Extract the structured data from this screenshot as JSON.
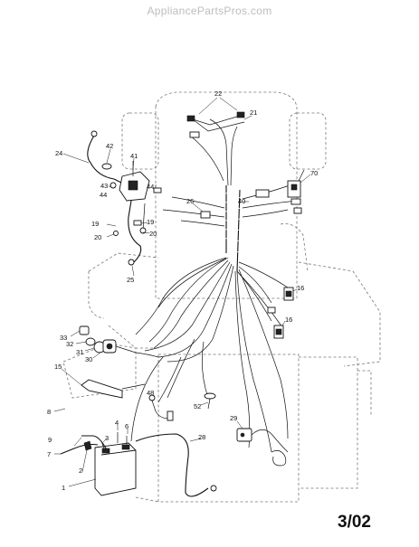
{
  "header": {
    "watermark": "AppliancePartsPros.com"
  },
  "footer": {
    "page_code": "3/02"
  },
  "callouts": [
    {
      "id": "c22",
      "label": "22"
    },
    {
      "id": "c21",
      "label": "21"
    },
    {
      "id": "c24",
      "label": "24"
    },
    {
      "id": "c42",
      "label": "42"
    },
    {
      "id": "c41",
      "label": "41"
    },
    {
      "id": "c43",
      "label": "43"
    },
    {
      "id": "c44a",
      "label": "44"
    },
    {
      "id": "c44b",
      "label": "44"
    },
    {
      "id": "c26",
      "label": "26"
    },
    {
      "id": "c40",
      "label": "40"
    },
    {
      "id": "c70",
      "label": "70"
    },
    {
      "id": "c19a",
      "label": "19"
    },
    {
      "id": "c19b",
      "label": "19"
    },
    {
      "id": "c20a",
      "label": "20"
    },
    {
      "id": "c20b",
      "label": "20"
    },
    {
      "id": "c25",
      "label": "25"
    },
    {
      "id": "c16a",
      "label": "16"
    },
    {
      "id": "c16b",
      "label": "16"
    },
    {
      "id": "c33",
      "label": "33"
    },
    {
      "id": "c32",
      "label": "32"
    },
    {
      "id": "c31",
      "label": "31"
    },
    {
      "id": "c30",
      "label": "30"
    },
    {
      "id": "c15",
      "label": "15"
    },
    {
      "id": "c48",
      "label": "48"
    },
    {
      "id": "c52",
      "label": "52"
    },
    {
      "id": "c8",
      "label": "8"
    },
    {
      "id": "c29",
      "label": "29"
    },
    {
      "id": "c4",
      "label": "4"
    },
    {
      "id": "c6",
      "label": "6"
    },
    {
      "id": "c3",
      "label": "3"
    },
    {
      "id": "c9",
      "label": "9"
    },
    {
      "id": "c28",
      "label": "28"
    },
    {
      "id": "c7",
      "label": "7"
    },
    {
      "id": "c2",
      "label": "2"
    },
    {
      "id": "c1",
      "label": "1"
    }
  ]
}
